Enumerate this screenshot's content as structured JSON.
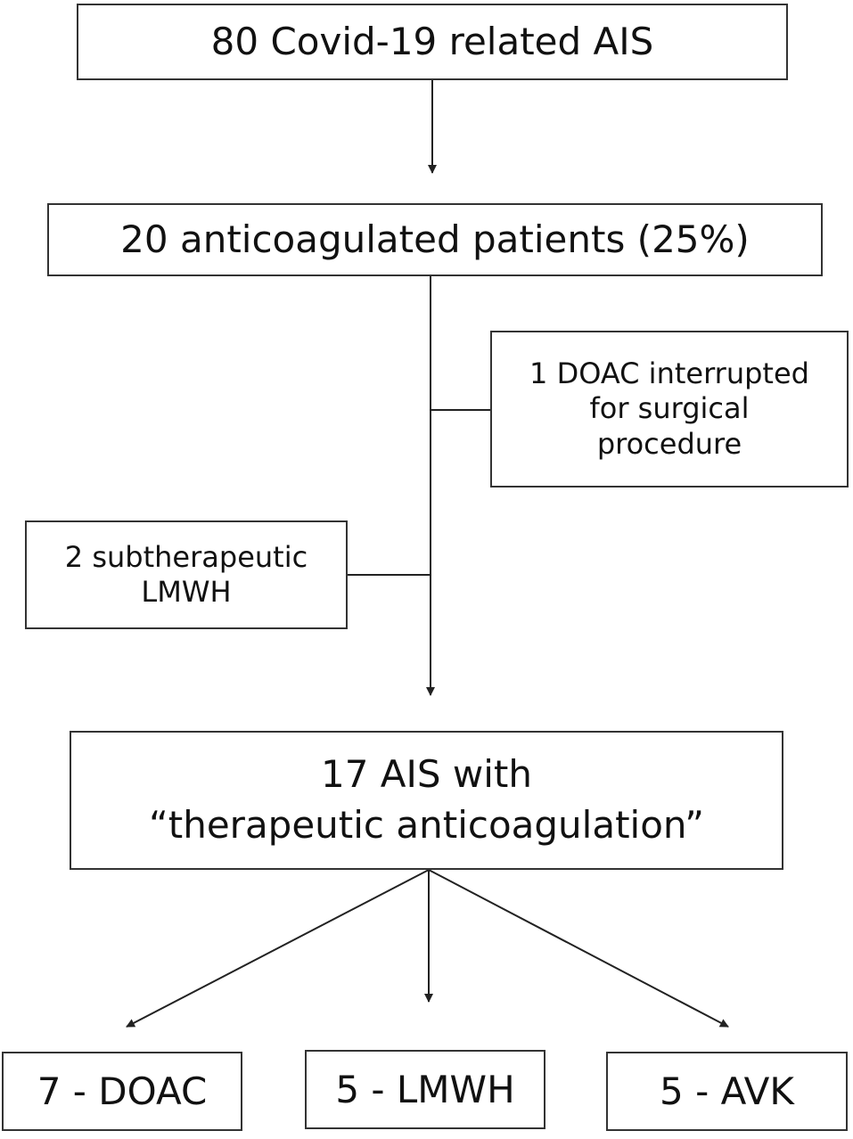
{
  "flowchart": {
    "total": {
      "label": "80 Covid-19 related AIS"
    },
    "anticoagulated": {
      "label": "20 anticoagulated patients (25%)"
    },
    "excluded_doac": {
      "lines": [
        "1 DOAC interrupted",
        "for surgical",
        "procedure"
      ]
    },
    "excluded_lmwh": {
      "lines": [
        "2 subtherapeutic",
        "LMWH"
      ]
    },
    "therapeutic": {
      "lines": [
        "17 AIS with",
        "“therapeutic anticoagulation”"
      ]
    },
    "outcomes": [
      {
        "label": "7 - DOAC"
      },
      {
        "label": "5 - LMWH"
      },
      {
        "label": "5 - AVK"
      }
    ]
  },
  "colors": {
    "line": "#222222",
    "border": "#333333",
    "text": "#111111",
    "background": "#ffffff"
  }
}
